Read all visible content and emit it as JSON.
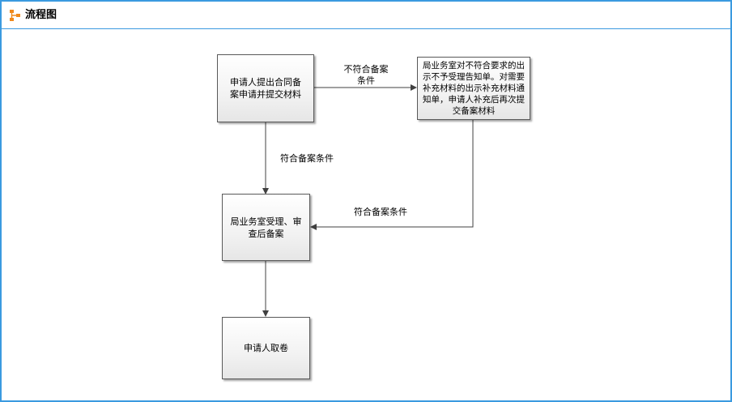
{
  "header": {
    "title": "流程图",
    "icon": "flowchart-icon"
  },
  "nodes": {
    "apply": "申请人提出合同备案申请并提交材料",
    "reject": "局业务室对不符合要求的出示不予受理告知单。对需要补充材料的出示补充材料通知单，申请人补充后再次提交备案材料",
    "review": "局业务室受理、审查后备案",
    "collect": "申请人取卷"
  },
  "edges": {
    "not_meet_line1": "不符合备案",
    "not_meet_line2": "条件",
    "meet_down": "符合备案条件",
    "meet_back": "符合备案条件"
  },
  "colors": {
    "border": "#3b9ae0",
    "line": "#404040"
  }
}
